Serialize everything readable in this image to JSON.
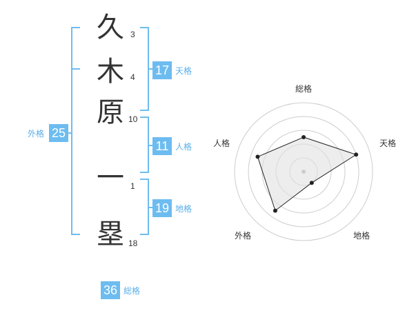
{
  "name": {
    "chars": [
      {
        "char": "久",
        "strokes": "3"
      },
      {
        "char": "木",
        "strokes": "4"
      },
      {
        "char": "原",
        "strokes": "10"
      },
      {
        "char": "一",
        "strokes": "1"
      },
      {
        "char": "塁",
        "strokes": "18"
      }
    ]
  },
  "fortune": {
    "tenkaku": {
      "value": "17",
      "label": "天格"
    },
    "jinkaku": {
      "value": "11",
      "label": "人格"
    },
    "chikaku": {
      "value": "19",
      "label": "地格"
    },
    "gaikaku": {
      "value": "25",
      "label": "外格"
    },
    "soukaku": {
      "value": "36",
      "label": "総格"
    }
  },
  "colors": {
    "accent": "#6dbcf0",
    "bracket": "#6dbcf0",
    "text": "#333333",
    "radar_fill": "#eeeeee"
  },
  "chart_data": {
    "type": "radar",
    "axes": [
      "総格",
      "天格",
      "地格",
      "外格",
      "人格"
    ],
    "values": [
      2.5,
      4,
      1,
      3.5,
      3.5
    ],
    "max": 5,
    "rings": 5
  }
}
